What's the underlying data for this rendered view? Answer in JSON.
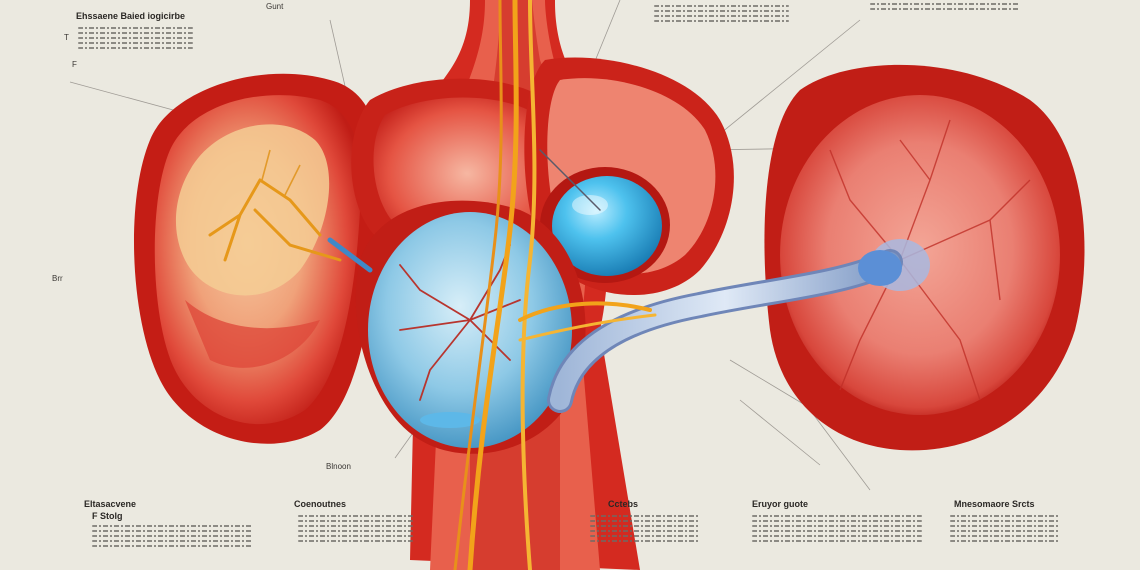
{
  "labels": {
    "top_left_1": "Ehssaene Baied iogicirbe",
    "top_left_2": "T",
    "top_left_3": "F",
    "top_center": "Gunt",
    "mid_left": "Brr",
    "bottom_center": "Blnoon",
    "bottom_1_title": "Eltasacvene",
    "bottom_1_sub": "F Stolg",
    "bottom_2_title": "Coenoutnes",
    "bottom_3_title": "Cctebs",
    "bottom_4_title": "Eruyor guote",
    "bottom_5_title": "Mnesomaore Srcts"
  },
  "colors": {
    "background": "#ebe9e0",
    "tissue_red": "#d7261c",
    "tissue_pink": "#ef8a78",
    "nerve_yellow": "#f2a31a",
    "lens_blue": "#2aa8d8"
  }
}
